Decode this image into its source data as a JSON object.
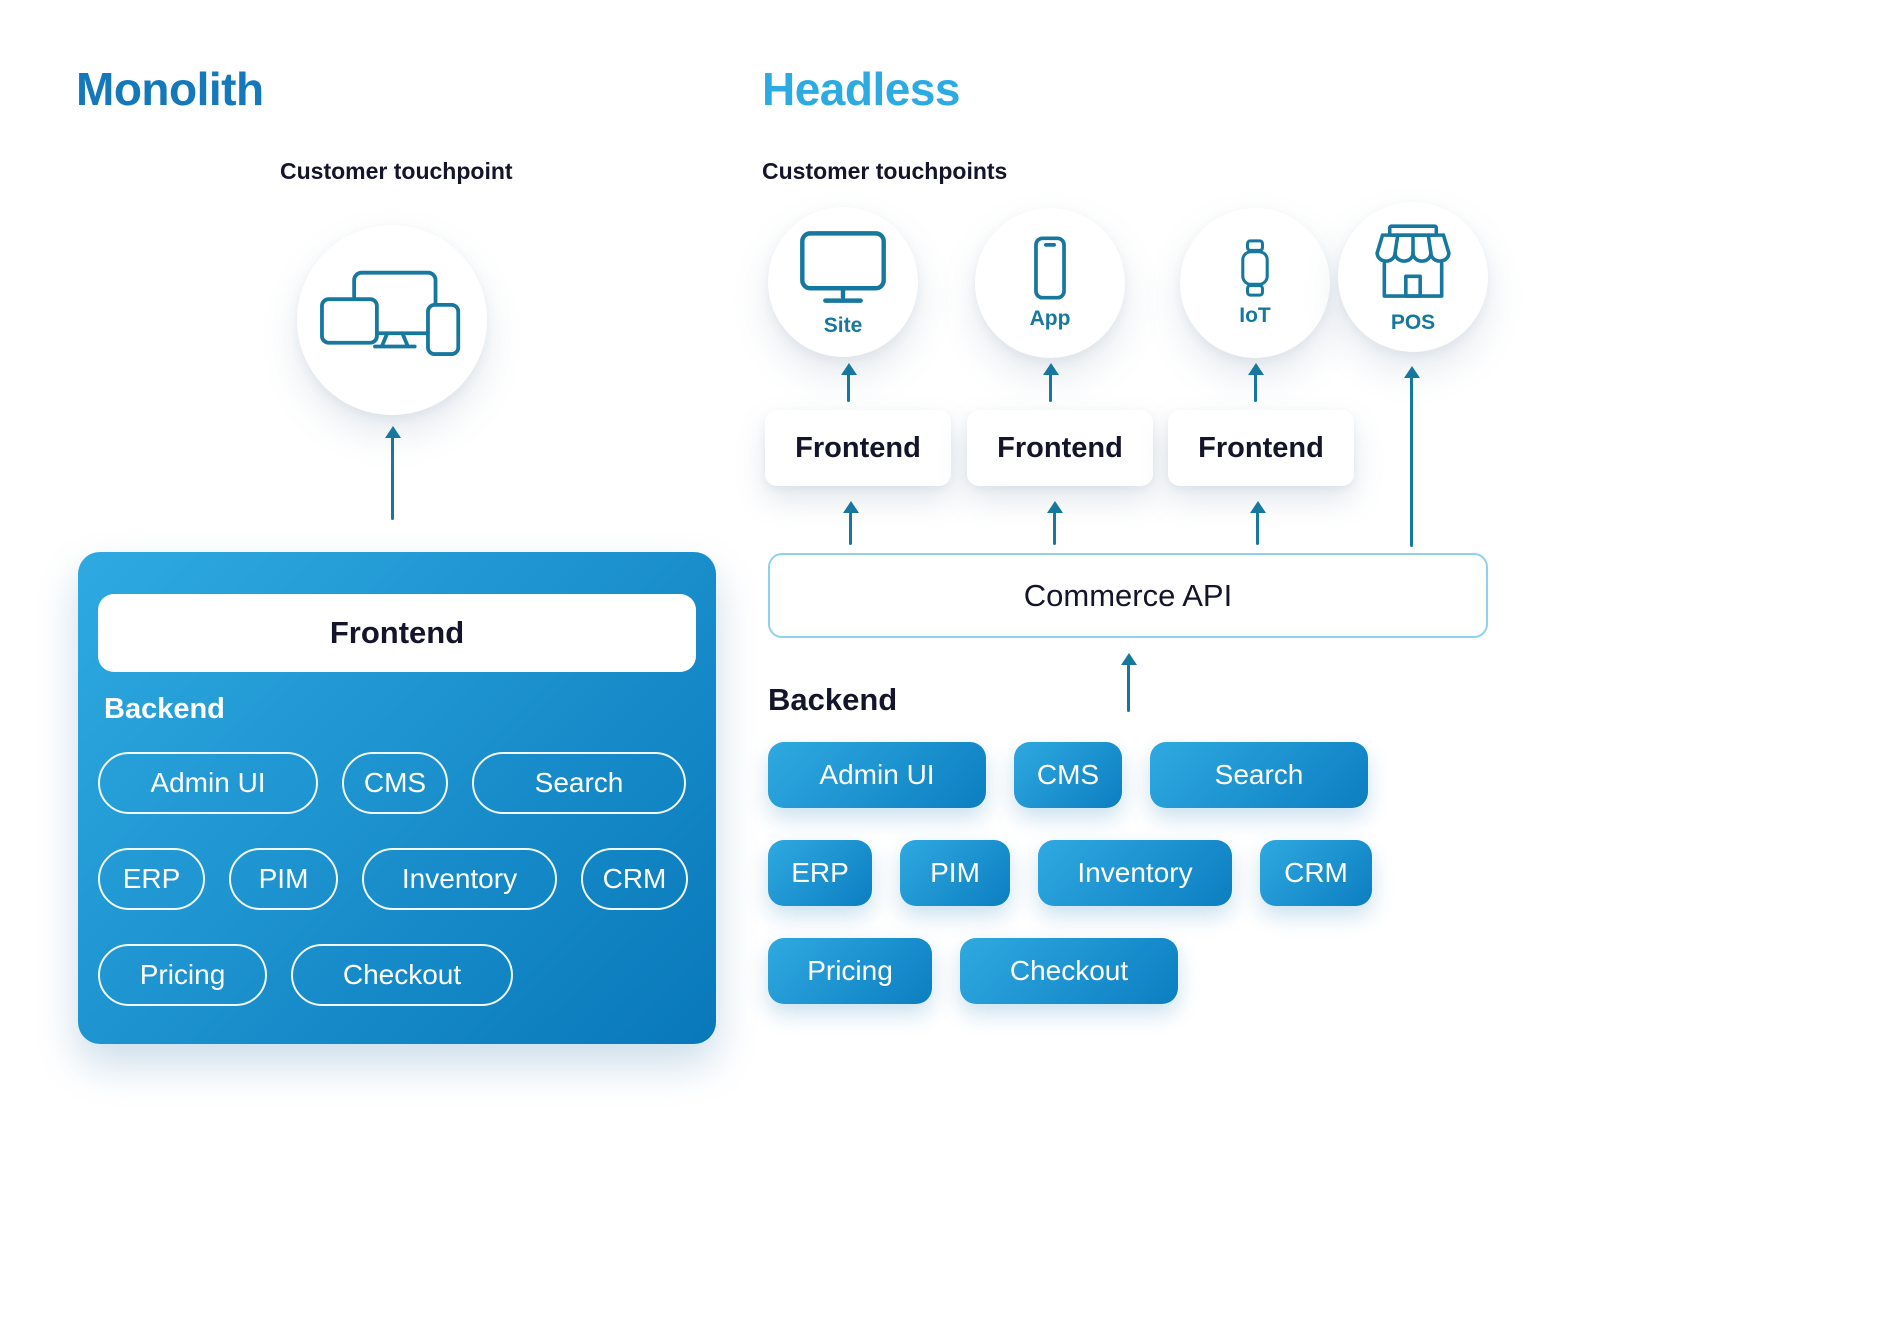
{
  "monolith": {
    "title": "Monolith",
    "touchpoint_label": "Customer touchpoint",
    "frontend": "Frontend",
    "backend": "Backend",
    "services": {
      "row1": [
        "Admin UI",
        "CMS",
        "Search"
      ],
      "row2": [
        "ERP",
        "PIM",
        "Inventory",
        "CRM"
      ],
      "row3": [
        "Pricing",
        "Checkout"
      ]
    }
  },
  "headless": {
    "title": "Headless",
    "touchpoints_label": "Customer touchpoints",
    "touchpoints": [
      {
        "label": "Site",
        "icon": "monitor-icon"
      },
      {
        "label": "App",
        "icon": "smartphone-icon"
      },
      {
        "label": "IoT",
        "icon": "smartwatch-icon"
      },
      {
        "label": "POS",
        "icon": "store-icon"
      }
    ],
    "frontends": [
      "Frontend",
      "Frontend",
      "Frontend"
    ],
    "api": "Commerce API",
    "backend": "Backend",
    "services": {
      "row1": [
        "Admin UI",
        "CMS",
        "Search"
      ],
      "row2": [
        "ERP",
        "PIM",
        "Inventory",
        "CRM"
      ],
      "row3": [
        "Pricing",
        "Checkout"
      ]
    }
  },
  "colors": {
    "monolith_title": "#1478BB",
    "headless_title": "#2BABE2",
    "icon_stroke": "#17789F",
    "box_gradient_start": "#2FAAE1",
    "box_gradient_end": "#0878BA",
    "pill_gradient_start": "#2FA9E0",
    "pill_gradient_end": "#0C7EC1",
    "api_border": "#8FD0EC",
    "text_dark": "#14142B"
  }
}
